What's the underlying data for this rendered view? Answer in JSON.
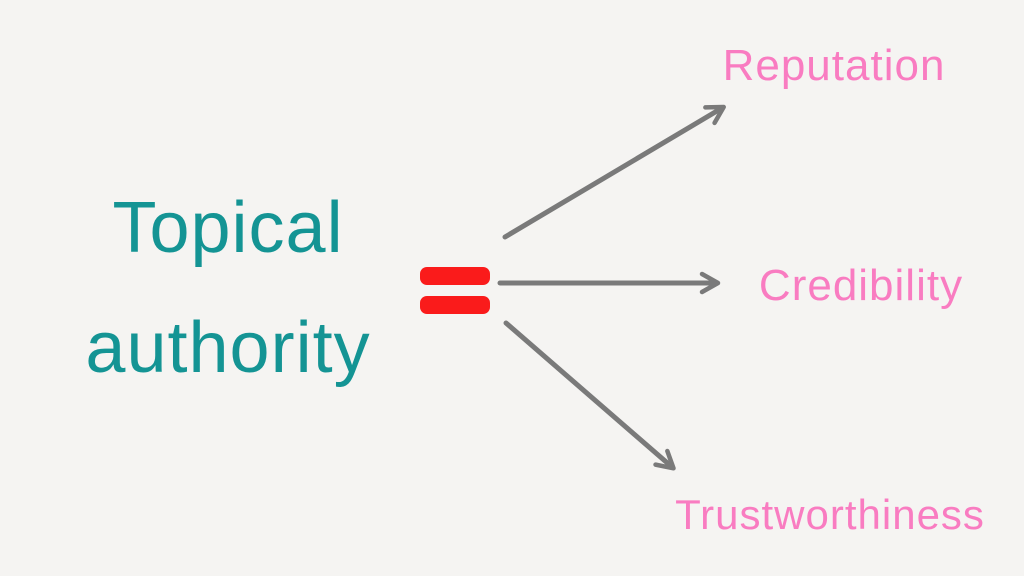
{
  "diagram": {
    "term": {
      "line1": "Topical",
      "line2": "authority"
    },
    "equals_symbol": "=",
    "targets": [
      {
        "label": "Reputation"
      },
      {
        "label": "Credibility"
      },
      {
        "label": "Trustworthiness"
      }
    ],
    "colors": {
      "background": "#f5f4f2",
      "term": "#149494",
      "equals": "#fa1b1b",
      "arrow": "#7a7a7a",
      "labels": "#f97cc1"
    }
  }
}
